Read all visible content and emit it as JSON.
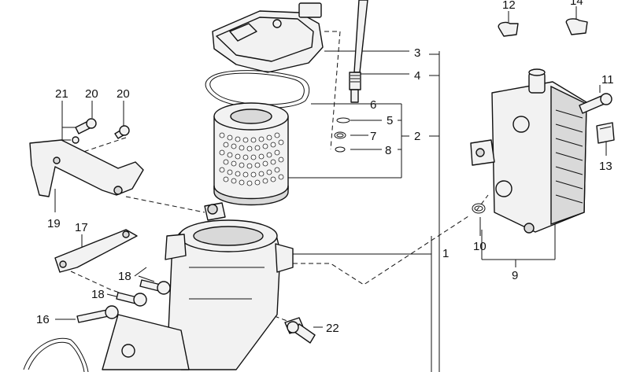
{
  "callouts": {
    "c1": "1",
    "c2": "2",
    "c3": "3",
    "c4": "4",
    "c5": "5",
    "c6": "6",
    "c7": "7",
    "c8": "8",
    "c9": "9",
    "c10": "10",
    "c11": "11",
    "c12": "12",
    "c13": "13",
    "c14": "14",
    "c16": "16",
    "c17": "17",
    "c18a": "18",
    "c18b": "18",
    "c19": "19",
    "c20a": "20",
    "c20b": "20",
    "c21": "21",
    "c22": "22"
  }
}
